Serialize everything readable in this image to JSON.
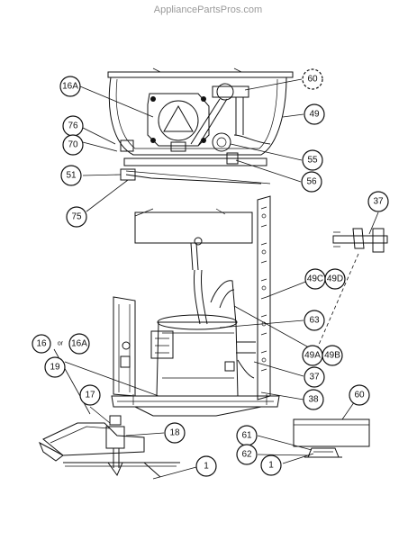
{
  "watermark": "AppliancePartsPros.com",
  "callouts": {
    "c16A_top": "16A",
    "c60_top": "60",
    "c49": "49",
    "c76": "76",
    "c70": "70",
    "c51": "51",
    "c55": "55",
    "c56": "56",
    "c75": "75",
    "c37_top": "37",
    "c49C": "49C",
    "c49D": "49D",
    "c63": "63",
    "c49A": "49A",
    "c49B": "49B",
    "c37_mid": "37",
    "c16": "16",
    "c16A_left": "16A",
    "c19": "19",
    "c38": "38",
    "c17": "17",
    "c18": "18",
    "c1_left": "1",
    "c60_right": "60",
    "c61": "61",
    "c62": "62",
    "c1_right": "1"
  },
  "or_label": "or"
}
